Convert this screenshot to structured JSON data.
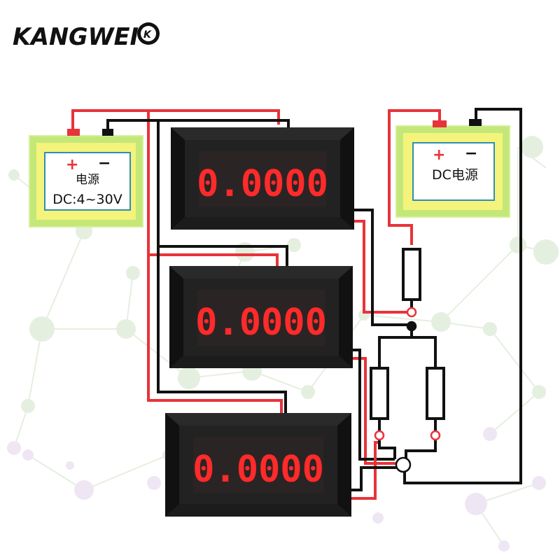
{
  "brand": {
    "name": "KANGWEI",
    "badge": "K"
  },
  "supply_left": {
    "plus": "+",
    "minus": "−",
    "line1": "电源",
    "line2": "DC:4~30V"
  },
  "supply_right": {
    "plus": "+",
    "minus": "−",
    "line1": "DC电源"
  },
  "meters": [
    {
      "reading": "0.0000"
    },
    {
      "reading": "0.0000"
    },
    {
      "reading": "0.0000"
    }
  ],
  "colors": {
    "wire_red": "#e8333a",
    "wire_black": "#111111",
    "panel_red_text": "#ff2a2a",
    "supply_green": "#b9e56a",
    "supply_yellow": "#f6f37a"
  }
}
